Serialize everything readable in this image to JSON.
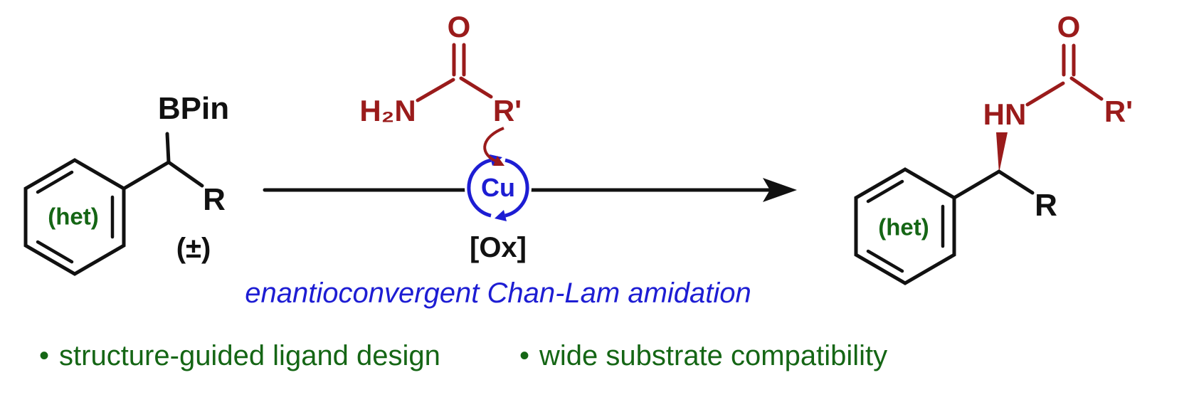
{
  "colors": {
    "ink": "#111111",
    "dark_red": "#9a1b1b",
    "blue": "#1d1dd3",
    "green": "#156615",
    "background": "#ffffff"
  },
  "reactant": {
    "boronate_label": "BPin",
    "r_group": "R",
    "het_label": "(het)",
    "racemic_label": "(±)"
  },
  "reagent_amide": {
    "amine_group": "H₂N",
    "carbonyl_oxygen": "O",
    "r_prime_group": "R'"
  },
  "catalyst": {
    "metal_label": "Cu",
    "oxidant_label": "[Ox]"
  },
  "caption": "enantioconvergent Chan-Lam amidation",
  "product": {
    "amide_nh_label": "HN",
    "carbonyl_oxygen": "O",
    "r_prime_group": "R'",
    "r_group": "R",
    "het_label": "(het)"
  },
  "features": [
    {
      "bullet": "•",
      "text": "structure-guided ligand design"
    },
    {
      "bullet": "•",
      "text": "wide substrate compatibility"
    }
  ]
}
